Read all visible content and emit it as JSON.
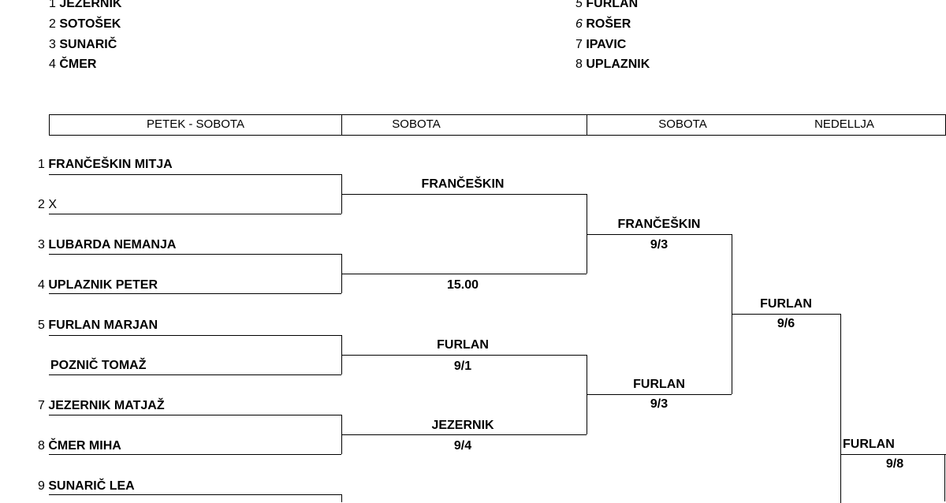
{
  "seeds_left": [
    {
      "num": "1",
      "name": "JEZERNIK"
    },
    {
      "num": "2",
      "name": "SOTOŠEK"
    },
    {
      "num": "3",
      "name": "SUNARIČ"
    },
    {
      "num": "4",
      "name": "ČMER"
    }
  ],
  "seeds_right": [
    {
      "num": "5",
      "name": "FURLAN"
    },
    {
      "num": "6",
      "name": "ROŠER"
    },
    {
      "num": "7",
      "name": "IPAVIC"
    },
    {
      "num": "8",
      "name": "UPLAZNIK"
    }
  ],
  "header": [
    "PETEK - SOBOTA",
    "SOBOTA",
    "SOBOTA",
    "NEDELLJA"
  ],
  "round1": [
    {
      "num": "1",
      "name": "FRANČEŠKIN MITJA"
    },
    {
      "num": "2",
      "name": "X"
    },
    {
      "num": "3",
      "name": "LUBARDA NEMANJA"
    },
    {
      "num": "4",
      "name": "UPLAZNIK PETER"
    },
    {
      "num": "5",
      "name": "FURLAN MARJAN"
    },
    {
      "num": "",
      "name": "POZNIČ TOMAŽ"
    },
    {
      "num": "7",
      "name": "JEZERNIK MATJAŽ"
    },
    {
      "num": "8",
      "name": "ČMER MIHA"
    },
    {
      "num": "9",
      "name": "SUNARIČ LEA"
    }
  ],
  "round2": [
    {
      "winner": "FRANČEŠKIN",
      "score": "15.00"
    },
    {
      "winner": "FURLAN",
      "score": "9/1"
    },
    {
      "winner": "JEZERNIK",
      "score": "9/4"
    }
  ],
  "round3": [
    {
      "winner": "FRANČEŠKIN",
      "score": "9/3"
    },
    {
      "winner": "FURLAN",
      "score": "9/3"
    }
  ],
  "round4": [
    {
      "winner": "FURLAN",
      "score": "9/6"
    }
  ],
  "round5": [
    {
      "winner": "FURLAN",
      "score": "9/8"
    }
  ]
}
